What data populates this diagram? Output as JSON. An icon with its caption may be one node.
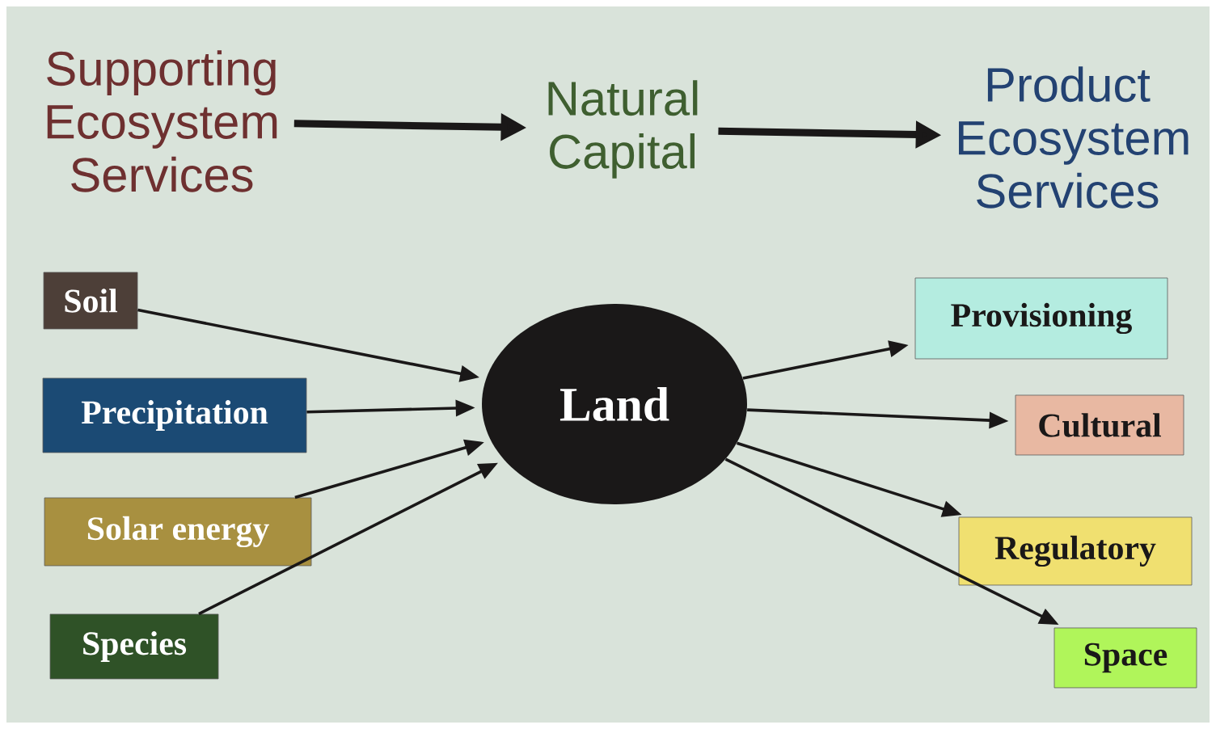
{
  "diagram": {
    "nodes": [
      {
        "text": [
          "Supporting Ecosystem Services"
        ]
      },
      {
        "text": [
          "Natural Capital"
        ]
      },
      {
        "text": [
          "Product Ecosystem Services"
        ]
      },
      {
        "text": [
          "Soil"
        ]
      },
      {
        "text": [
          "Precipitation"
        ]
      },
      {
        "text": [
          "Solar energy"
        ]
      },
      {
        "text": [
          "Species"
        ]
      },
      {
        "text": [
          "Land"
        ]
      },
      {
        "text": [
          "Provisioning"
        ]
      },
      {
        "text": [
          "Cultural"
        ]
      },
      {
        "text": [
          "Regulatory"
        ]
      },
      {
        "text": [
          "Space"
        ]
      }
    ],
    "edges": [
      {
        "from": 0,
        "to": 1,
        "arrow": "to",
        "style": "thick"
      },
      {
        "from": 1,
        "to": 2,
        "arrow": "to",
        "style": "thick"
      },
      {
        "from": 3,
        "to": 7,
        "arrow": "to"
      },
      {
        "from": 4,
        "to": 7,
        "arrow": "to"
      },
      {
        "from": 5,
        "to": 7,
        "arrow": "to"
      },
      {
        "from": 6,
        "to": 7,
        "arrow": "to"
      },
      {
        "from": 7,
        "to": 8,
        "arrow": "to"
      },
      {
        "from": 7,
        "to": 9,
        "arrow": "to"
      },
      {
        "from": 7,
        "to": 10,
        "arrow": "to"
      },
      {
        "from": 7,
        "to": 11,
        "arrow": "to"
      }
    ]
  }
}
